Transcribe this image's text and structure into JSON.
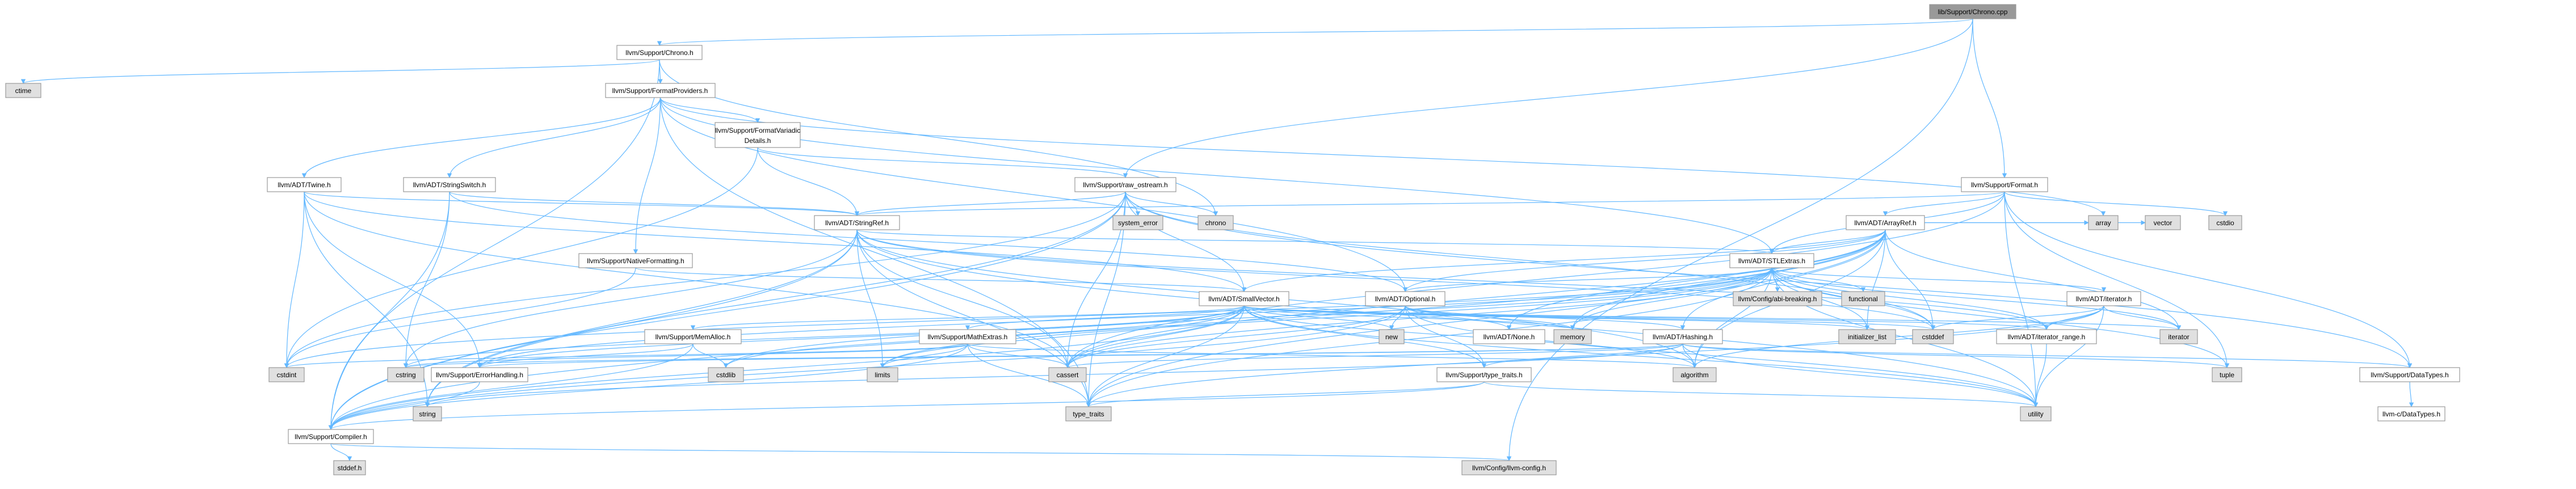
{
  "colors": {
    "root_fill": "#999999",
    "local_fill": "#ffffff",
    "system_fill": "#e0e0e0",
    "node_border": "#999999",
    "edge": "#63b8ff",
    "unresolved_border": "#ff0000"
  },
  "nodes": {
    "chrono_cpp": "lib/Support/Chrono.cpp",
    "chrono_h": "llvm/Support/Chrono.h",
    "ctime": "ctime",
    "format_providers": "llvm/Support/FormatProviders.h",
    "format_h": "llvm/Support/Format.h",
    "twine": "llvm/ADT/Twine.h",
    "string_switch": "llvm/ADT/StringSwitch.h",
    "fvd_line1": "llvm/Support/FormatVariadic",
    "fvd_line2": "Details.h",
    "raw_ostream": "llvm/Support/raw_ostream.h",
    "string_ref": "llvm/ADT/StringRef.h",
    "system_error": "system_error",
    "chrono": "chrono",
    "array_ref": "llvm/ADT/ArrayRef.h",
    "array": "array",
    "vector": "vector",
    "cstdio": "cstdio",
    "native_formatting": "llvm/Support/NativeFormatting.h",
    "stl_extras": "llvm/ADT/STLExtras.h",
    "abi_breaking": "llvm/Config/abi-breaking.h",
    "functional": "functional",
    "small_vector": "llvm/ADT/SmallVector.h",
    "optional": "llvm/ADT/Optional.h",
    "iterator_h": "llvm/ADT/iterator.h",
    "mem_alloc": "llvm/Support/MemAlloc.h",
    "math_extras": "llvm/Support/MathExtras.h",
    "none": "llvm/ADT/None.h",
    "hashing": "llvm/ADT/Hashing.h",
    "new": "new",
    "memory": "memory",
    "initializer_list": "initializer_list",
    "cstddef": "cstddef",
    "iterator_range": "llvm/ADT/iterator_range.h",
    "iterator": "iterator",
    "cstdint": "cstdint",
    "cstring": "cstring",
    "cstdlib": "cstdlib",
    "limits": "limits",
    "cassert": "cassert",
    "algorithm": "algorithm",
    "tuple": "tuple",
    "error_handling": "llvm/Support/ErrorHandling.h",
    "type_traits_h": "llvm/Support/type_traits.h",
    "data_types": "llvm/Support/DataTypes.h",
    "string": "string",
    "type_traits": "type_traits",
    "utility": "utility",
    "compiler": "llvm/Support/Compiler.h",
    "c_data_types": "llvm-c/DataTypes.h",
    "stddef": "stddef.h",
    "llvm_config": "llvm/Config/llvm-config.h"
  }
}
